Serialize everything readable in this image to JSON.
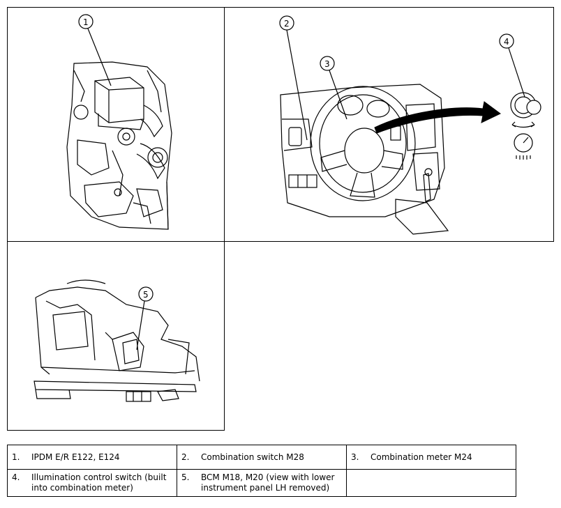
{
  "callouts": {
    "c1": "1",
    "c2": "2",
    "c3": "3",
    "c4": "4",
    "c5": "5"
  },
  "legend": [
    [
      {
        "num": "1.",
        "text": "IPDM E/R E122, E124"
      },
      {
        "num": "2.",
        "text": "Combination switch M28"
      },
      {
        "num": "3.",
        "text": "Combination meter M24"
      }
    ],
    [
      {
        "num": "4.",
        "text": "Illumination control switch (built into combination meter)"
      },
      {
        "num": "5.",
        "text": "BCM M18, M20 (view with lower instrument panel LH removed)"
      },
      {
        "num": "",
        "text": ""
      }
    ]
  ]
}
